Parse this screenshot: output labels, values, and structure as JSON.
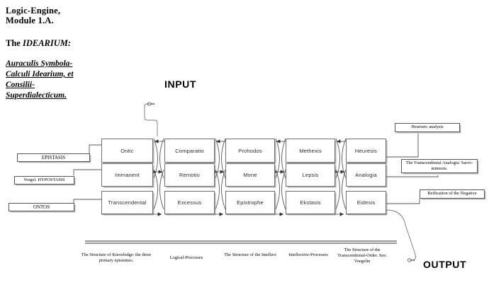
{
  "title": {
    "line1": "Logic-Engine,",
    "line2": "Module 1.A.",
    "idearium_prefix": "The ",
    "idearium_word": "IDEARIUM:",
    "subtitle": "Auraculis Symbola-Calculi Idearium, et Consilii-Superdialecticum."
  },
  "io": {
    "input": "INPUT",
    "output": "OUTPUT"
  },
  "matrix": {
    "rows": [
      {
        "cells": [
          "Ontic",
          "Comparatio",
          "Prohodos",
          "Methexis",
          "Heuresis"
        ]
      },
      {
        "cells": [
          "Immanent",
          "Remotio",
          "Mone",
          "Lepsis",
          "Analogia"
        ]
      },
      {
        "cells": [
          "Transcendental",
          "Excessus",
          "Epistrophe",
          "Ekstasis",
          "Eidesis"
        ]
      }
    ]
  },
  "left_labels": [
    {
      "text": "EPISTASIS"
    },
    {
      "text": "Vorgel. HYPOSTASIS"
    },
    {
      "text": "ONTOS"
    }
  ],
  "right_labels": [
    {
      "text": "Heuristic analysis"
    },
    {
      "text": "The Transcendental Analogia: Sacro-mimesis."
    },
    {
      "text": "Reification of the Negative"
    }
  ],
  "captions": [
    {
      "text": "The Structure of Knowledge: the three primary epistemes."
    },
    {
      "text": "Logical-Processes"
    },
    {
      "text": "The Structure of the Intellect"
    },
    {
      "text": "Intellective-Processes"
    },
    {
      "text": "The Structure of the Transcendental-Order. See: Voegelin"
    }
  ],
  "colors": {
    "ink": "#000000",
    "node_border": "#6f6f6f",
    "wire": "#555555",
    "background": "#ffffff"
  }
}
